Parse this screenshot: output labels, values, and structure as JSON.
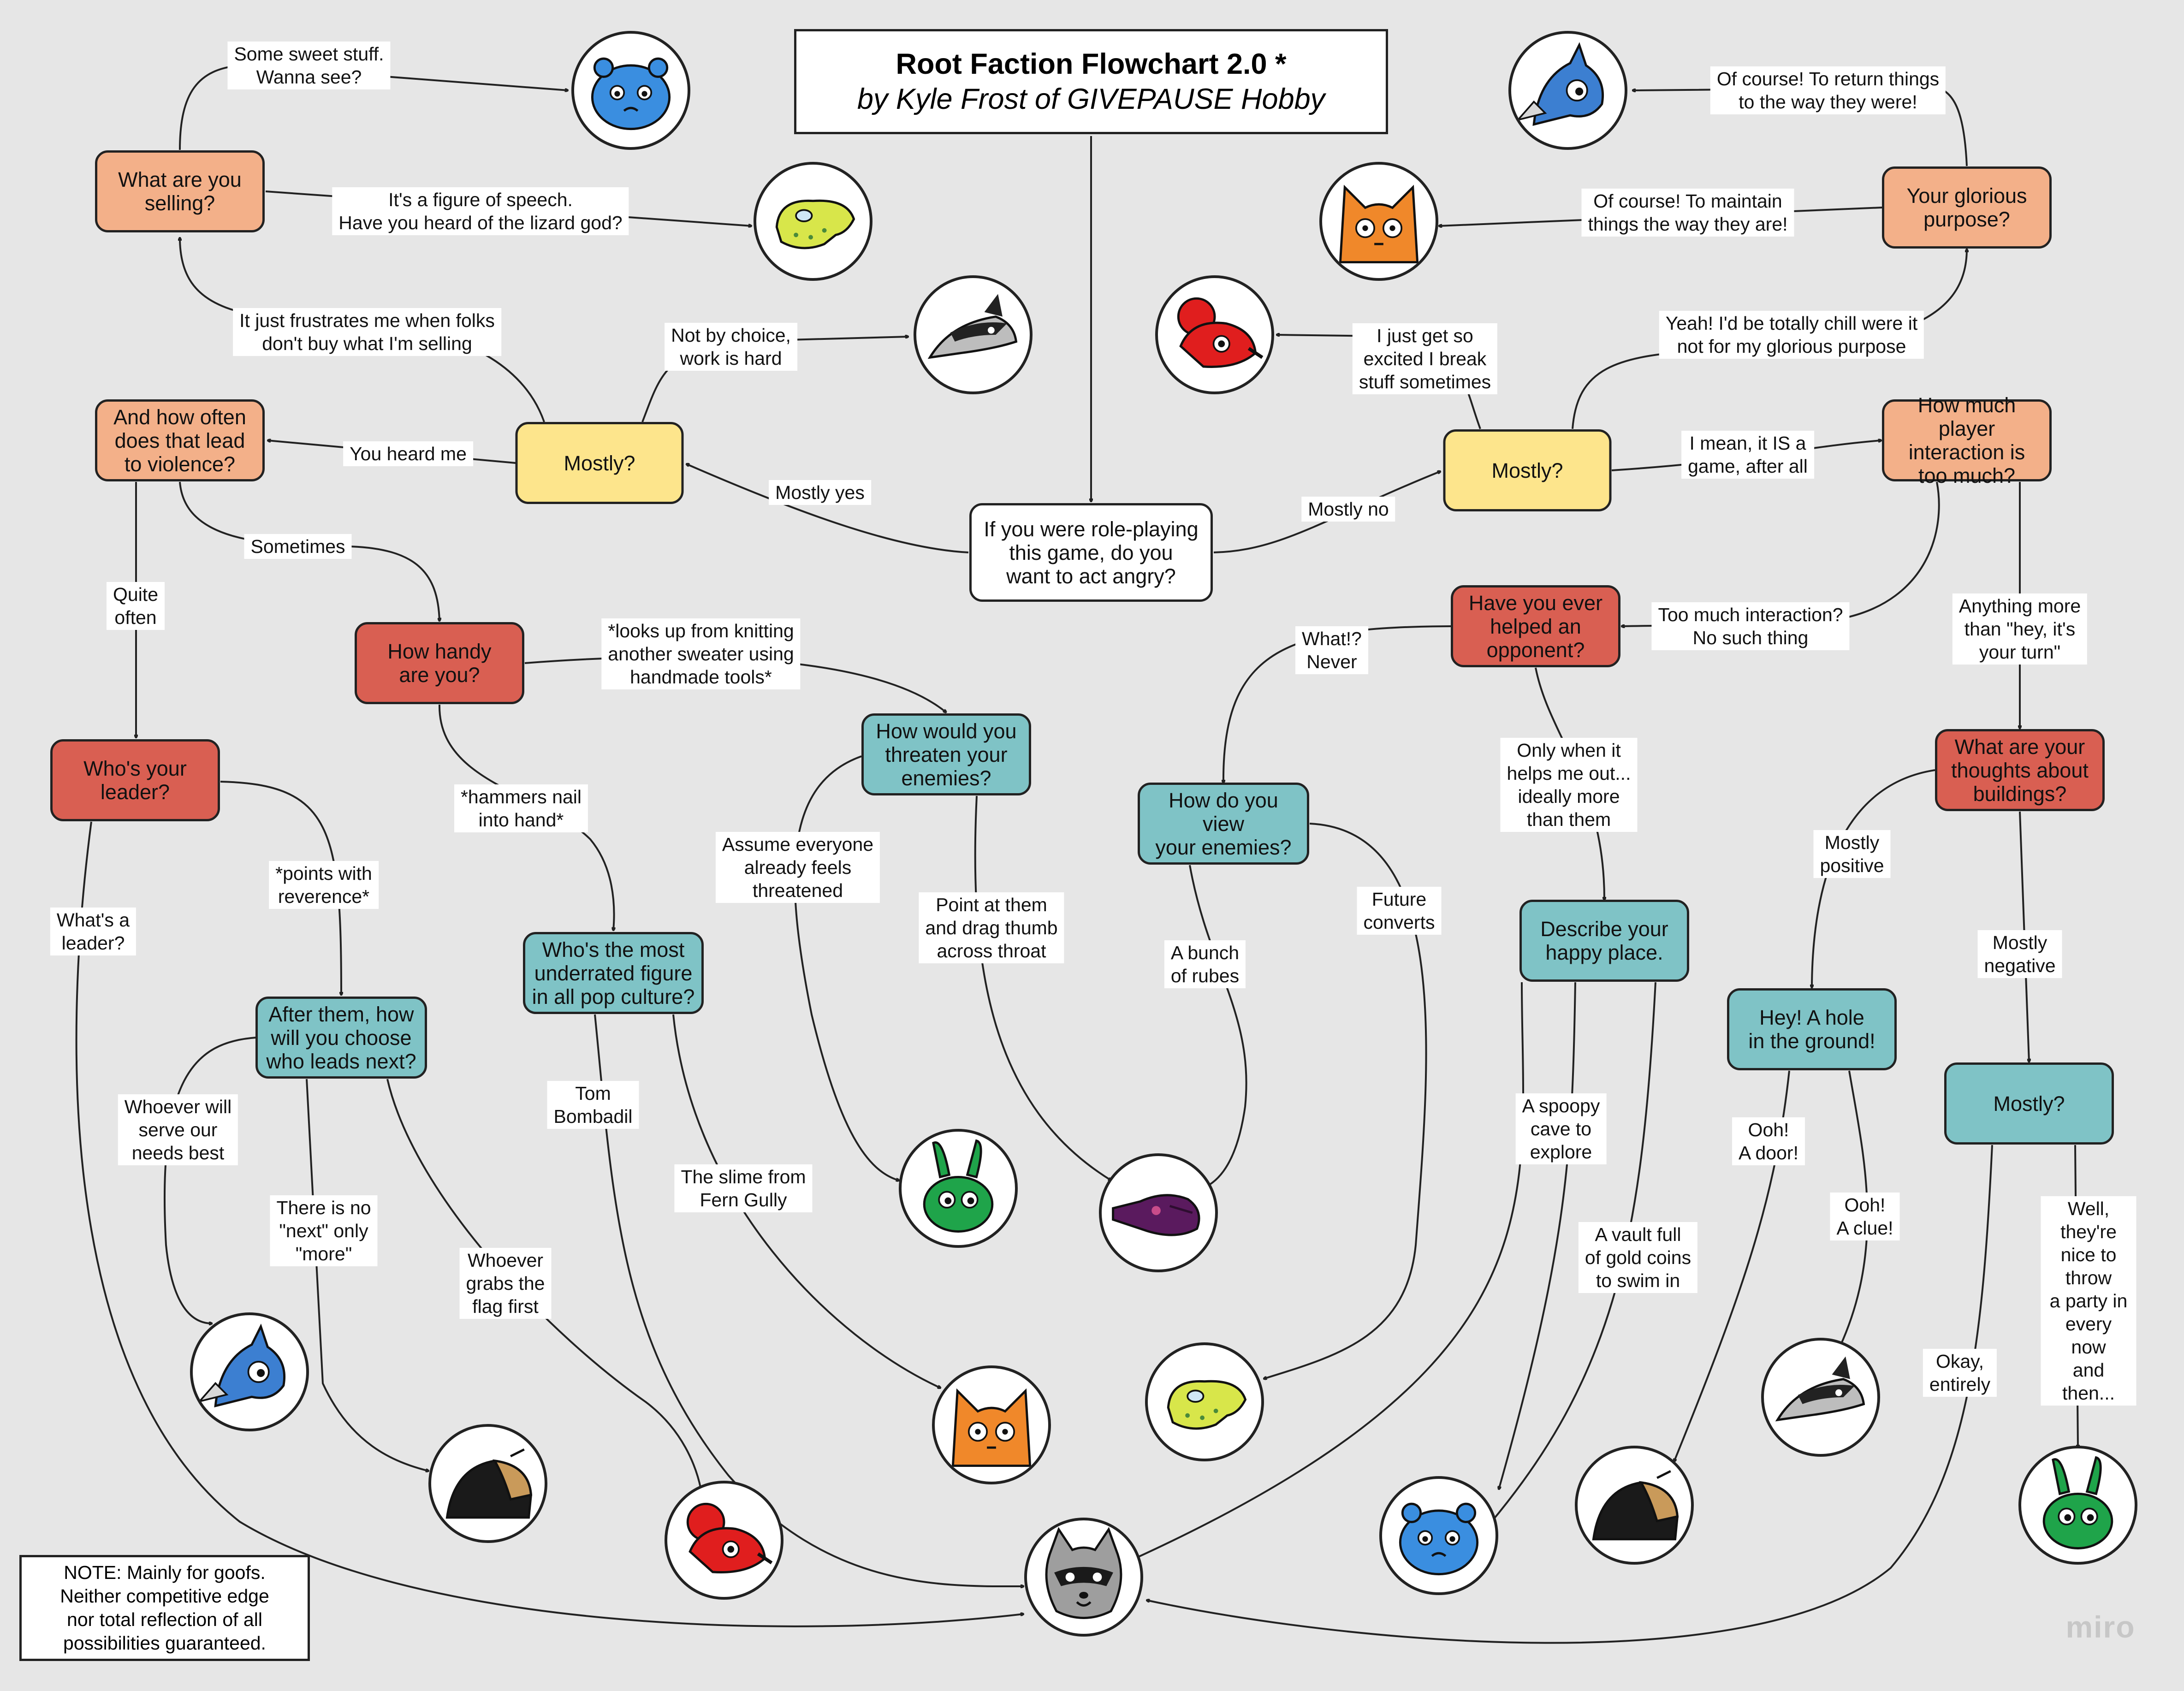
{
  "title": {
    "line1": "Root Faction Flowchart 2.0 *",
    "line2": "by Kyle Frost of GIVEPAUSE Hobby"
  },
  "note": "NOTE: Mainly for goofs.\nNeither competitive edge\nnor total reflection of all\npossibilities guaranteed.",
  "watermark": "miro",
  "colors": {
    "orange": "#f3b089",
    "red": "#d95f52",
    "yellow": "#fde58c",
    "teal": "#7fc3c6",
    "white": "#ffffff",
    "background": "#e6e6e6"
  },
  "nodes": {
    "n_start": "If you were role-playing\nthis game, do you\nwant to act angry?",
    "n_mostly_l": "Mostly?",
    "n_mostly_r": "Mostly?",
    "n_selling": "What are you\nselling?",
    "n_violence": "And how often\ndoes that lead\nto violence?",
    "n_handy": "How handy\nare you?",
    "n_leader": "Who's your\nleader?",
    "n_afterthem": "After them, how\nwill you choose\nwho leads next?",
    "n_underrated": "Who's the most\nunderrated figure\nin all pop culture?",
    "n_threaten": "How would you\nthreaten your\nenemies?",
    "n_viewenemies": "How do you view\nyour enemies?",
    "n_helped": "Have you ever\nhelped an\nopponent?",
    "n_happyplace": "Describe your\nhappy place.",
    "n_glorious": "Your glorious\npurpose?",
    "n_interaction": "How much player\ninteraction is\ntoo much?",
    "n_buildings": "What are your\nthoughts about\nbuildings?",
    "n_hole": "Hey! A hole\nin the ground!",
    "n_mostly_b": "Mostly?"
  },
  "labels": {
    "l_sweet": "Some sweet stuff.\nWanna see?",
    "l_speech": "It's a figure of speech.\nHave you heard of the lizard god?",
    "l_frustrates": "It just frustrates me when folks\ndon't buy what I'm selling",
    "l_notchoice": "Not by choice,\nwork is hard",
    "l_heard": "You heard me",
    "l_mostlyyes": "Mostly yes",
    "l_mostlyno": "Mostly no",
    "l_sometimes": "Sometimes",
    "l_quiteoften": "Quite\noften",
    "l_knitting": "*looks up from knitting\nanother sweater using\nhandmade tools*",
    "l_hammers": "*hammers nail\ninto hand*",
    "l_points": "*points with\nreverence*",
    "l_whatleader": "What's a\nleader?",
    "l_whoever": "Whoever will\nserve our\nneeds best",
    "l_nonext": "There is no\n\"next\" only\n\"more\"",
    "l_flag": "Whoever\ngrabs the\nflag first",
    "l_tom": "Tom\nBombadil",
    "l_slime": "The slime from\nFern Gully",
    "l_assume": "Assume everyone\nalready feels\nthreatened",
    "l_drag": "Point at them\nand drag thumb\nacross throat",
    "l_rubes": "A bunch\nof rubes",
    "l_converts": "Future\nconverts",
    "l_never": "What!?\nNever",
    "l_onlywhen": "Only when it\nhelps me out...\nideally more\nthan them",
    "l_spoopy": "A spoopy\ncave to\nexplore",
    "l_vault": "A vault full\nof gold coins\nto swim in",
    "l_return": "Of course! To return things\nto the way they were!",
    "l_maintain": "Of course! To maintain\nthings the way they are!",
    "l_excited": "I just get so\nexcited I break\nstuff sometimes",
    "l_chill": "Yeah! I'd be totally chill were it\nnot for my glorious purpose",
    "l_game": "I mean, it IS a\ngame, after all",
    "l_toomuch": "Too much interaction?\nNo such thing",
    "l_anything": "Anything more\nthan \"hey, it's\nyour turn\"",
    "l_positive": "Mostly\npositive",
    "l_negative": "Mostly\nnegative",
    "l_door": "Ooh!\nA door!",
    "l_clue": "Ooh!\nA clue!",
    "l_okay": "Okay,\nentirely",
    "l_party": "Well, they're\nnice to throw\na party in\nevery now\nand then..."
  },
  "faction_icons": [
    "otter-icon",
    "lizard-icon",
    "badger-icon",
    "eyrie-icon",
    "cat-icon",
    "mouse-icon",
    "rabbit-icon",
    "crow-icon",
    "mole-icon",
    "raccoon-icon"
  ]
}
